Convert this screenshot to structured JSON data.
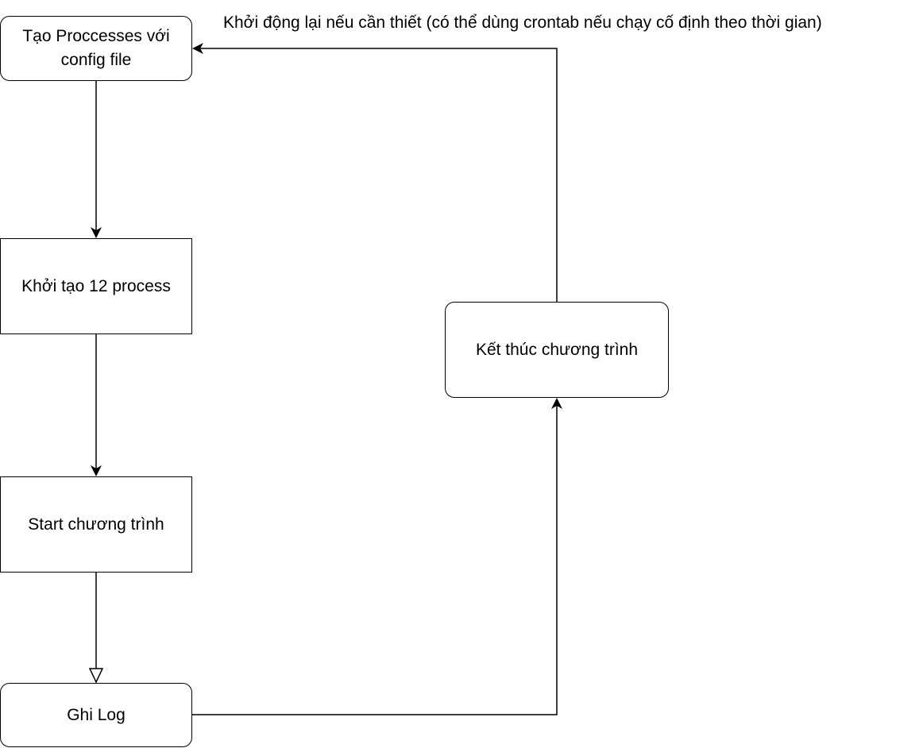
{
  "nodes": {
    "create_processes": "Tạo Proccesses với config file",
    "init_12_process": "Khởi tạo 12 process",
    "start_program": "Start chương trình",
    "write_log": "Ghi Log",
    "end_program": "Kết thúc chương trình"
  },
  "edges": {
    "restart_label": "Khởi động lại nếu cần thiết (có thể dùng crontab nếu chạy cố định theo thời gian)"
  },
  "colors": {
    "stroke": "#000000",
    "background": "#ffffff"
  }
}
